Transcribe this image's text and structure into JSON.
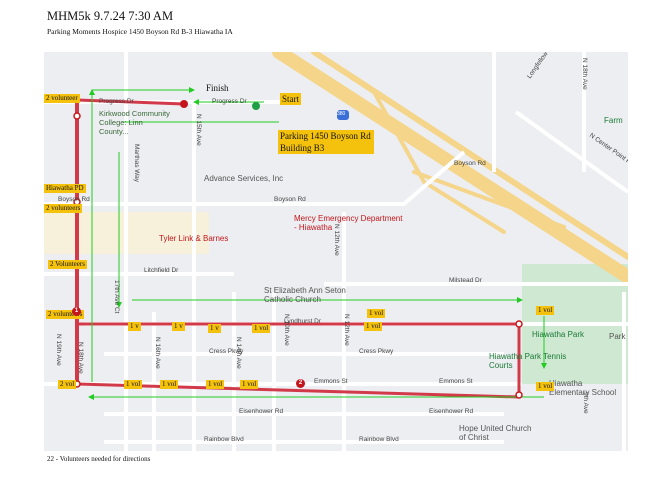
{
  "header": {
    "title": "MHM5k 9.7.24   7:30 AM",
    "subtitle": "Parking Moments Hospice 1450 Boyson Rd B-3 Hiawatha IA"
  },
  "footer": "22 - Volunteers needed for directions",
  "colors": {
    "route": "#d23a4a",
    "arrow": "#22cc22",
    "tag": "#f4c20d",
    "park": "#cfe8d2",
    "freeway": "#f5d58a"
  },
  "roads": {
    "progress_dr": "Progress Dr",
    "boyson_rd": "Boyson Rd",
    "litchfield_dr": "Litchfield Dr",
    "milstead_dr": "Milstead Dr",
    "lyndhurst_dr": "Lyndhurst Dr",
    "cress_pkwy": "Cress Pkwy",
    "emmons_st": "Emmons St",
    "eisenhower_rd": "Eisenhower Rd",
    "rainbow_blvd": "Rainbow Blvd",
    "n_center_point_rd": "N Center Point Rd",
    "longfellow_dr": "Longfellow Dr",
    "n_18th_ave": "N 18th Ave",
    "n_12th_ave": "N 12th Ave",
    "n_15th_ave": "N 15th Ave",
    "n_17th_ave_ct": "17th Ave Ct",
    "n_16th_ave": "N 16th Ave",
    "marthas_way": "Marthas Way",
    "n_10th_ave": "N 10th Ave",
    "n_14th_ave": "N 14th Ave",
    "n_19th_ave": "N 19th Ave",
    "ninth_ave": "9th Ave",
    "highway": "380"
  },
  "pois": {
    "kirkwood": "Kirkwood Community College: Linn County...",
    "advance": "Advance Services, Inc",
    "mercy": "Mercy Emergency Department - Hiawatha",
    "tyler": "Tyler Link & Barnes",
    "st_elizabeth": "St Elizabeth Ann Seton Catholic Church",
    "hiawatha_park": "Hiawatha Park",
    "tennis": "Hiawatha Park Tennis Courts",
    "school": "Hiawatha Elementary School",
    "hope": "Hope United Church of Christ",
    "farm": "Farm",
    "park_short": "Park"
  },
  "annotations": {
    "finish": "Finish",
    "start": "Start",
    "parking": "Parking  1450 Boyson Rd Building B3",
    "hiawatha_pd": "Hiawatha PD",
    "two_volunteer": "2 volunteer",
    "two_volunteers_a": "2 volunteers",
    "two_volunteers_b": "2 Volunteers",
    "two_volunteers_c": "2 volunteers",
    "two_vol": "2 vol",
    "one_v_a": "1 v",
    "one_v_b": "1 v",
    "one_v_c": "1 v",
    "one_vol_a": "1 vol",
    "one_vol_b": "1 vol",
    "one_vol_c": "1 vol",
    "one_vol_d": "1 vol",
    "one_vol_e": "1 vol",
    "one_vol_f": "1 vol",
    "one_vol_g": "1 vol",
    "one_vol_h": "1 vol",
    "one_vol_i": "1 vol",
    "marker_1": "1",
    "marker_2": "2"
  }
}
